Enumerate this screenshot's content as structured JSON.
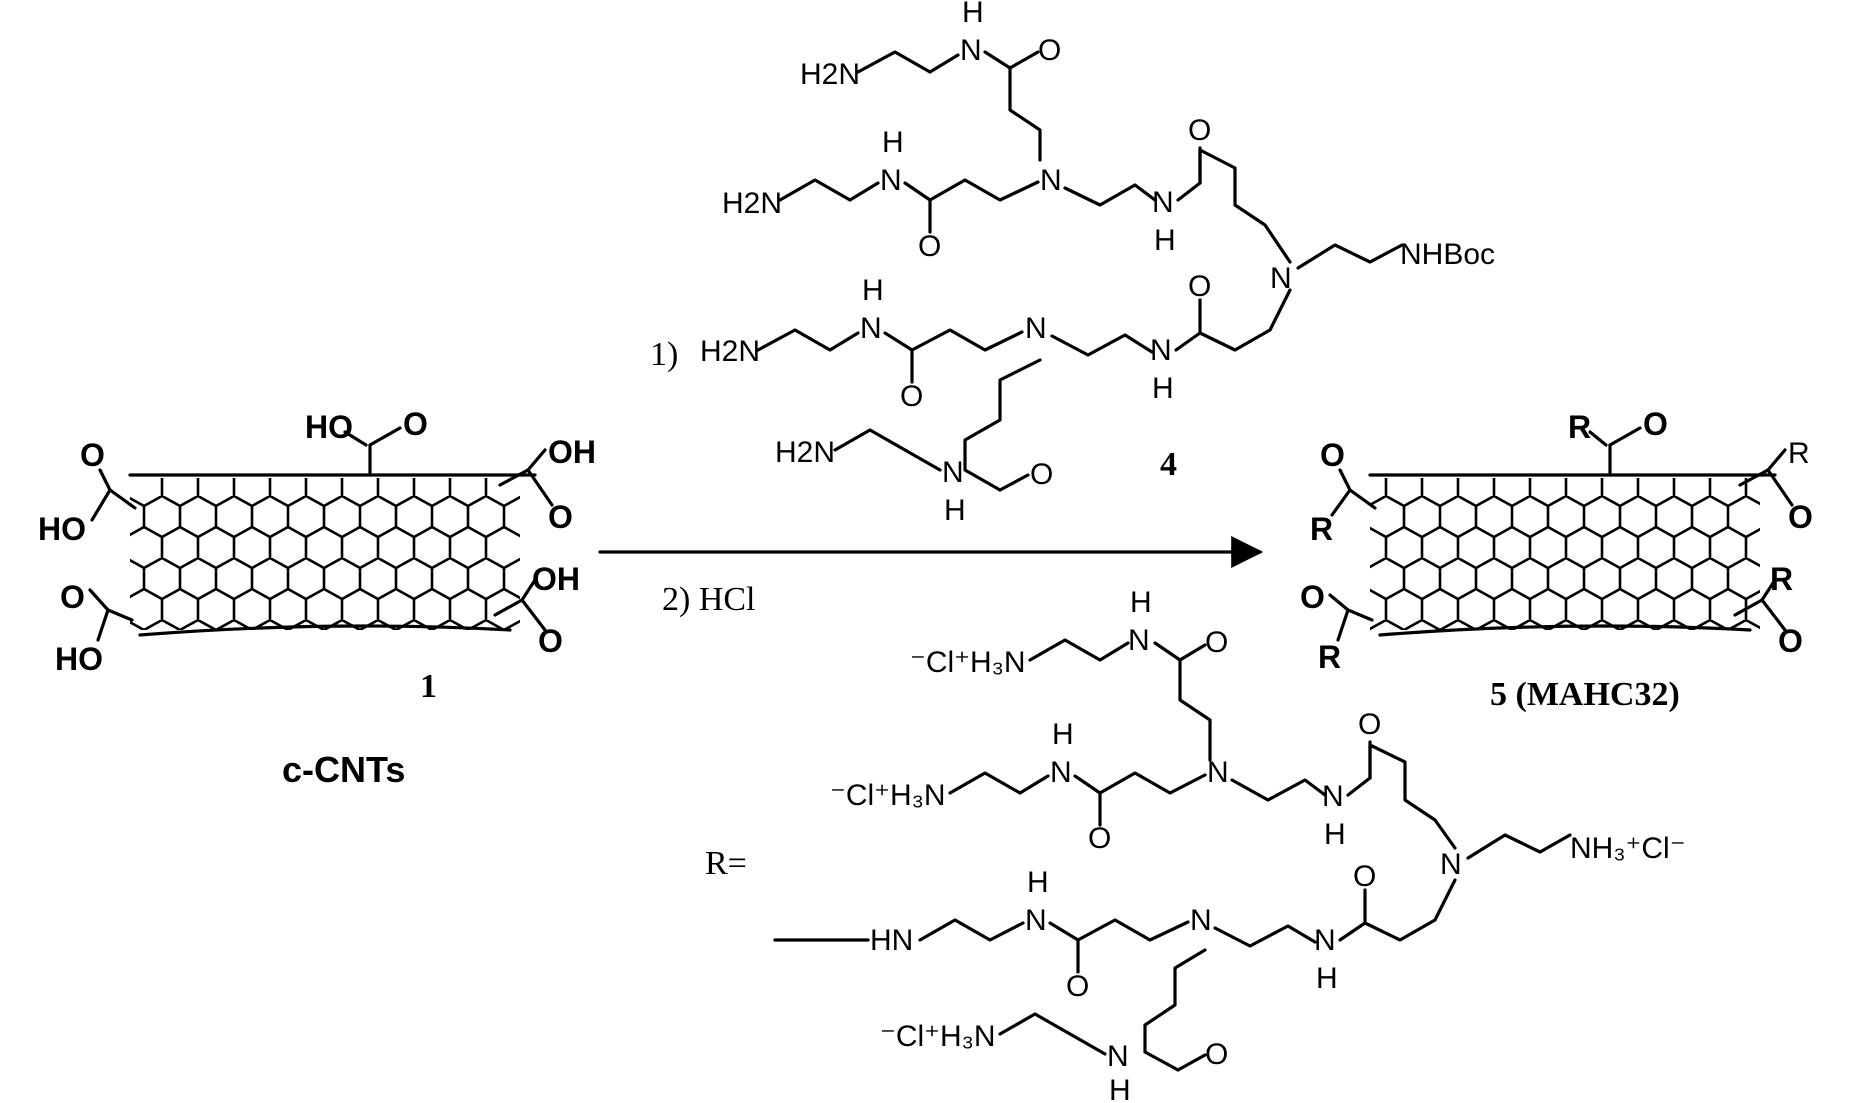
{
  "scheme": {
    "reactant": {
      "number": "1",
      "name": "c-CNTs",
      "substituent_acid": "HO",
      "substituent_acid2": "OH",
      "oxo": "O"
    },
    "reagents": {
      "step1": "1)",
      "step2": "2) HCl",
      "compound_number": "4"
    },
    "product": {
      "label": "5 (MAHC32)",
      "r_group": "R",
      "oxo": "O"
    },
    "r_definition": {
      "label": "R="
    },
    "atoms": {
      "h2n": "H2N",
      "n": "N",
      "h": "H",
      "o": "O",
      "nh": "NH",
      "hn": "HN",
      "nhboc": "NHBoc",
      "ammonium": "⁻Cl⁺H₃N",
      "nh3cl": "NH₃⁺Cl⁻"
    }
  }
}
